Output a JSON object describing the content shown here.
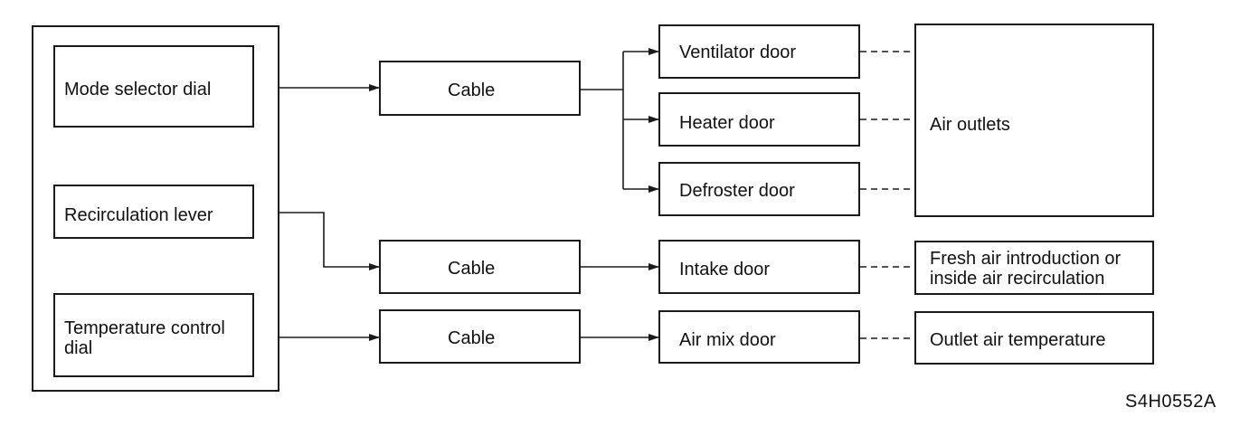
{
  "controls": {
    "mode_selector": "Mode selector dial",
    "recirculation": "Recirculation lever",
    "temperature": "Temperature control\ndial"
  },
  "cables": {
    "mode": "Cable",
    "recirculation": "Cable",
    "temperature": "Cable"
  },
  "doors": {
    "ventilator": "Ventilator door",
    "heater": "Heater door",
    "defroster": "Defroster door",
    "intake": "Intake door",
    "air_mix": "Air mix door"
  },
  "results": {
    "air_outlets": "Air outlets",
    "fresh_air": "Fresh air introduction or\ninside air recirculation",
    "outlet_temp": "Outlet air temperature"
  },
  "figure_code": "S4H0552A"
}
